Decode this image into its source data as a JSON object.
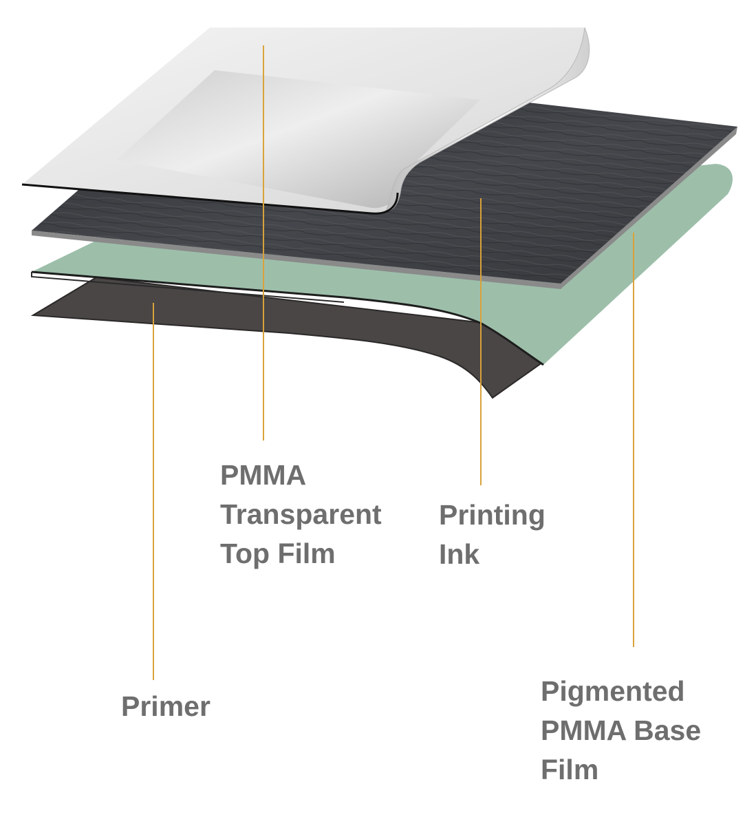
{
  "diagram": {
    "labels": {
      "top_film": "PMMA\nTransparent\nTop Film",
      "printing_ink": "Printing\nInk",
      "primer": "Primer",
      "base_film": "Pigmented\nPMMA Base\nFilm"
    },
    "layers": [
      {
        "name": "PMMA Transparent Top Film",
        "color": "#e6e6e6"
      },
      {
        "name": "Printing Ink",
        "color": "#3a3c40"
      },
      {
        "name": "Pigmented PMMA Base Film",
        "color": "#9dbfaa"
      },
      {
        "name": "Primer",
        "color": "#4a4646"
      }
    ],
    "leader_line_color": "#d9a23a",
    "label_color": "#6e6e6e"
  }
}
